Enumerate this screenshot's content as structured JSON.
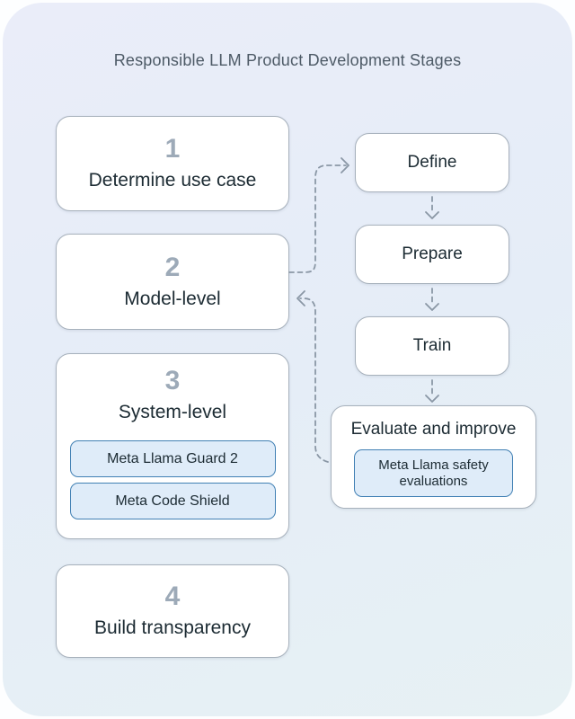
{
  "title": "Responsible LLM Product Development Stages",
  "colors": {
    "page_bg": "#fdfeff",
    "background_start": "#eaedf9",
    "background_mid": "#e5edf7",
    "background_end": "#e7f1f4",
    "box_bg": "#ffffff",
    "box_border": "#a7b1bc",
    "number_color": "#9daab8",
    "text_dark": "#1c2b33",
    "title_color": "#4d5a66",
    "pill_bg": "#dfecf9",
    "pill_border": "#4180b4",
    "connector": "#8a97a5"
  },
  "stages": [
    {
      "number": "1",
      "label": "Determine use case"
    },
    {
      "number": "2",
      "label": "Model-level"
    },
    {
      "number": "3",
      "label": "System-level",
      "tools": [
        "Meta Llama Guard 2",
        "Meta Code Shield"
      ]
    },
    {
      "number": "4",
      "label": "Build transparency"
    }
  ],
  "flow": {
    "steps": [
      "Define",
      "Prepare",
      "Train"
    ],
    "evaluate": {
      "label": "Evaluate and improve",
      "tool": "Meta Llama safety evaluations"
    }
  }
}
